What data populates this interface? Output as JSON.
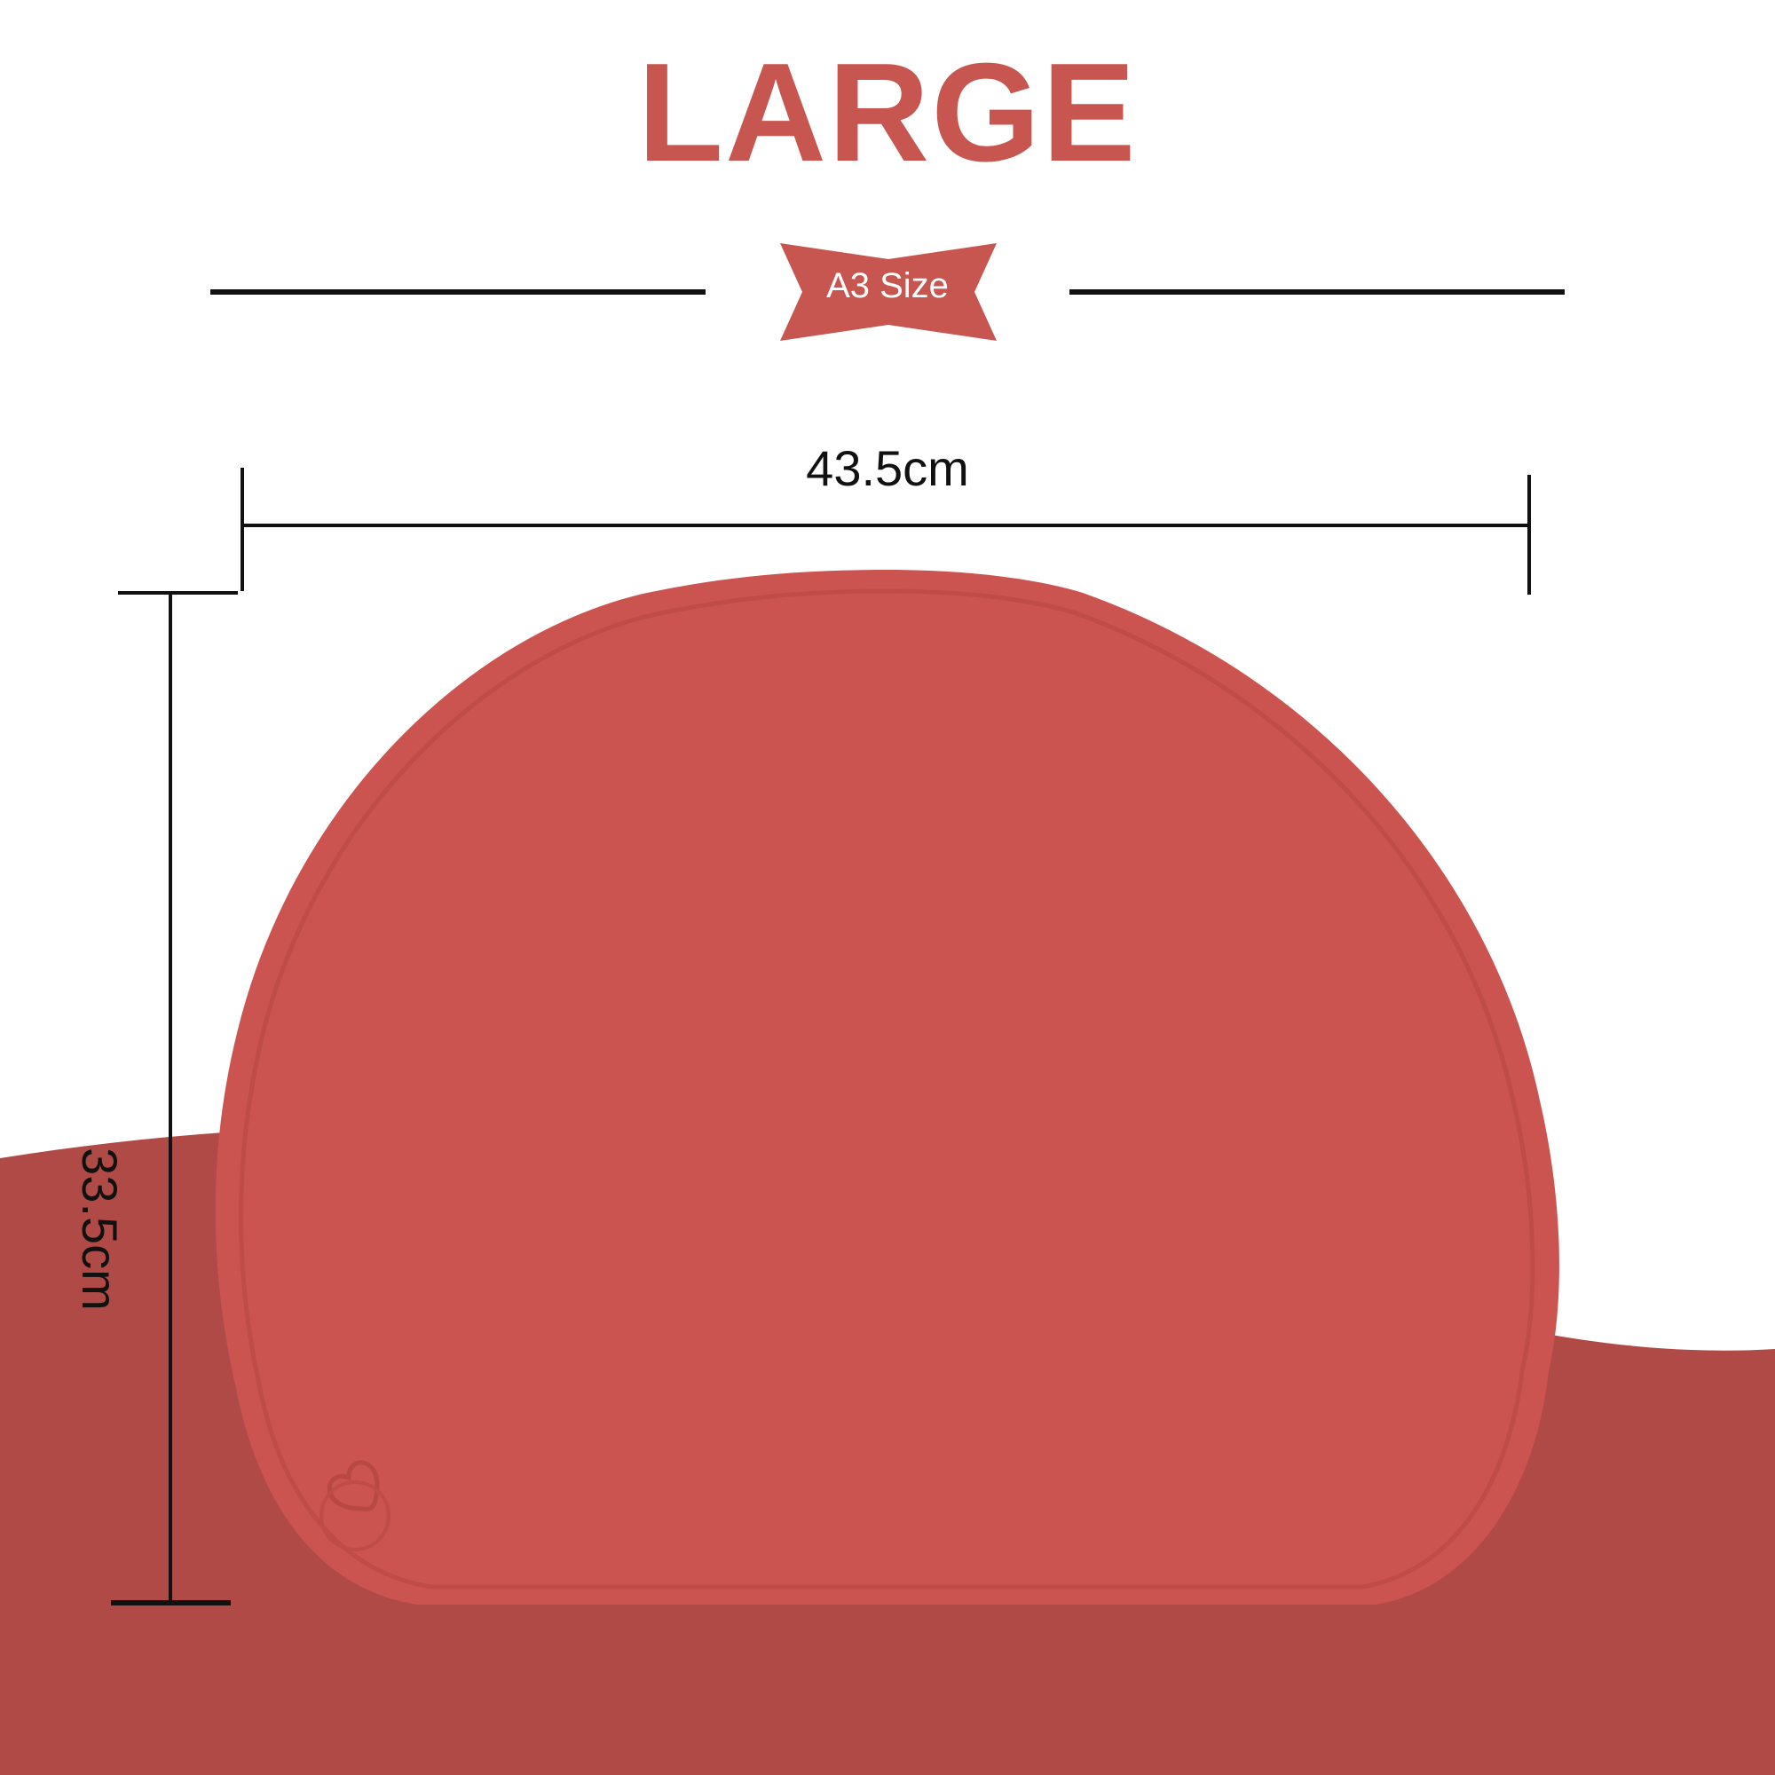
{
  "title": "LARGE",
  "size_badge": "A3 Size",
  "dimensions": {
    "width_label": "43.5cm",
    "height_label": "33.5cm"
  },
  "colors": {
    "accent": "#c85650",
    "mat": "#cb5450",
    "mat_edge": "#c04c47",
    "floor": "#b04a47",
    "line": "#111111",
    "white": "#ffffff"
  },
  "icons": {
    "mat_emboss": "heart-icon"
  }
}
